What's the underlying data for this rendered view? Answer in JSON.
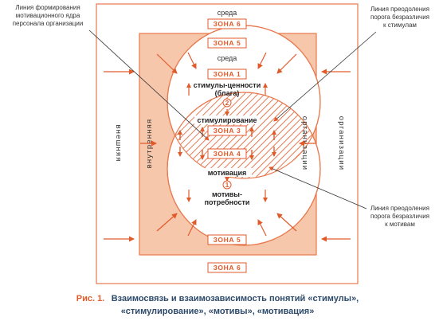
{
  "labels": {
    "sreda_outer": "среда",
    "sreda_inner": "среда",
    "vneshnyaya": "внешняя",
    "vnutrennyaya": "внутренняя",
    "organizatsii_inner": "организации",
    "organizatsii_outer": "организации"
  },
  "zones": {
    "z6_top": "ЗОНА 6",
    "z5_top": "ЗОНА 5",
    "z1": "ЗОНА 1",
    "z3": "ЗОНА 3",
    "z4": "ЗОНА 4",
    "z5_bottom": "ЗОНА 5",
    "z6_bottom": "ЗОНА 6"
  },
  "inner": {
    "stimuly_l1": "стимулы-ценности",
    "stimuly_l2": "(блага)",
    "num2": "2",
    "stimulirovanie": "стимулирование",
    "motivatsiya": "мотивация",
    "num1": "1",
    "motivy_l1": "мотивы-",
    "motivy_l2": "потребности"
  },
  "callouts": {
    "left_l1": "Линия формирования",
    "left_l2": "мотивационного ядра",
    "left_l3": "персонала организации",
    "right_top_l1": "Линия преодоления",
    "right_top_l2": "порога безразличия",
    "right_top_l3": "к стимулам",
    "right_bot_l1": "Линия преодоления",
    "right_bot_l2": "порога безразличия",
    "right_bot_l3": "к мотивам"
  },
  "caption": {
    "number": "Рис. 1.",
    "line1": "Взаимосвязь и взаимозависимость понятий «стимулы»,",
    "line2": "«стимулирование», «мотивы», «мотивация»"
  },
  "colors": {
    "accent": "#e05a2a",
    "fill": "#f7c7ab",
    "line": "#e8794e",
    "caption": "#2d4a6b"
  }
}
